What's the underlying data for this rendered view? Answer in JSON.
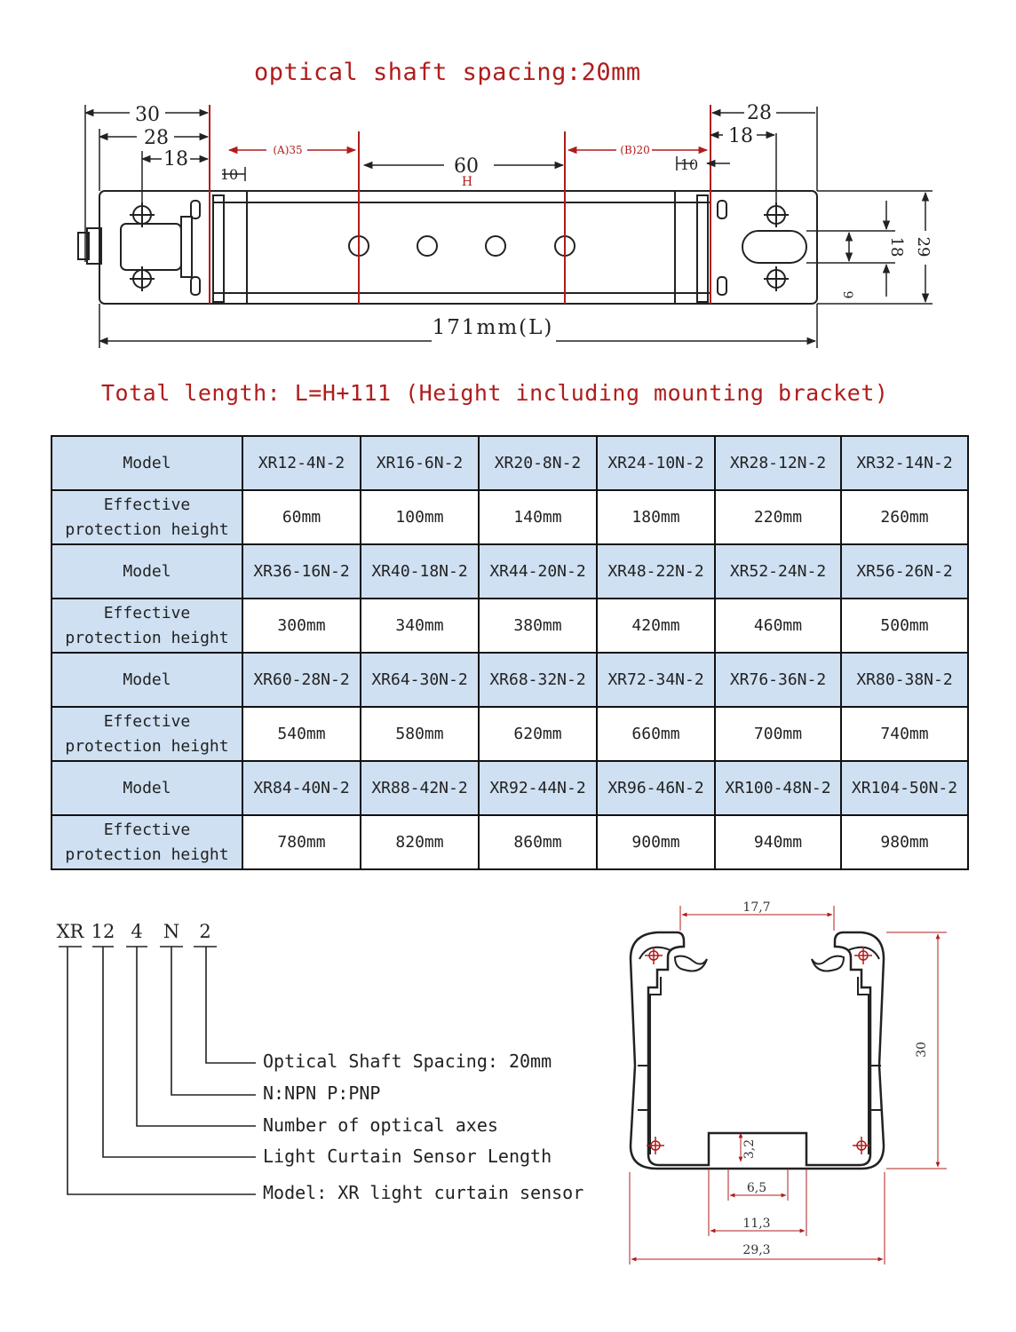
{
  "drawing": {
    "title": "optical shaft spacing:20mm",
    "dims": {
      "left_30": "30",
      "left_28": "28",
      "left_18": "18",
      "left_10": "10",
      "a_35": "(A)35",
      "center_60": "60",
      "center_h": "H",
      "b_20": "(B)20",
      "right_10": "10",
      "right_28": "28",
      "right_18": "18",
      "side_18": "18",
      "side_29": "29",
      "side_9": "9",
      "length": "171mm(L)"
    },
    "formula": "Total length: L=H+111 (Height including mounting bracket)"
  },
  "table": {
    "rows": [
      {
        "kind": "model",
        "label": "Model",
        "values": [
          "XR12-4N-2",
          "XR16-6N-2",
          "XR20-8N-2",
          "XR24-10N-2",
          "XR28-12N-2",
          "XR32-14N-2"
        ]
      },
      {
        "kind": "height",
        "label": "Effective protection height",
        "values": [
          "60mm",
          "100mm",
          "140mm",
          "180mm",
          "220mm",
          "260mm"
        ]
      },
      {
        "kind": "model",
        "label": "Model",
        "values": [
          "XR36-16N-2",
          "XR40-18N-2",
          "XR44-20N-2",
          "XR48-22N-2",
          "XR52-24N-2",
          "XR56-26N-2"
        ]
      },
      {
        "kind": "height",
        "label": "Effective protection height",
        "values": [
          "300mm",
          "340mm",
          "380mm",
          "420mm",
          "460mm",
          "500mm"
        ]
      },
      {
        "kind": "model",
        "label": "Model",
        "values": [
          "XR60-28N-2",
          "XR64-30N-2",
          "XR68-32N-2",
          "XR72-34N-2",
          "XR76-36N-2",
          "XR80-38N-2"
        ]
      },
      {
        "kind": "height",
        "label": "Effective protection height",
        "values": [
          "540mm",
          "580mm",
          "620mm",
          "660mm",
          "700mm",
          "740mm"
        ]
      },
      {
        "kind": "model",
        "label": "Model",
        "values": [
          "XR84-40N-2",
          "XR88-42N-2",
          "XR92-44N-2",
          "XR96-46N-2",
          "XR100-48N-2",
          "XR104-50N-2"
        ]
      },
      {
        "kind": "height",
        "label": "Effective protection height",
        "values": [
          "780mm",
          "820mm",
          "860mm",
          "900mm",
          "940mm",
          "980mm"
        ]
      }
    ]
  },
  "code": {
    "parts": [
      "XR",
      "12",
      "4",
      "N",
      "2"
    ],
    "labels": [
      "Optical Shaft Spacing: 20mm",
      "N:NPN    P:PNP",
      "Number of optical axes",
      "Light Curtain Sensor Length",
      "Model: XR light curtain sensor"
    ]
  },
  "profile": {
    "width_top": "17,7",
    "height": "30",
    "slot_depth": "3,2",
    "slot_opening": "6,5",
    "slot_width": "11,3",
    "total_width": "29,3"
  },
  "colors": {
    "red": "#b01c1c",
    "line": "#222222",
    "table_blue": "#cfe0f2"
  }
}
